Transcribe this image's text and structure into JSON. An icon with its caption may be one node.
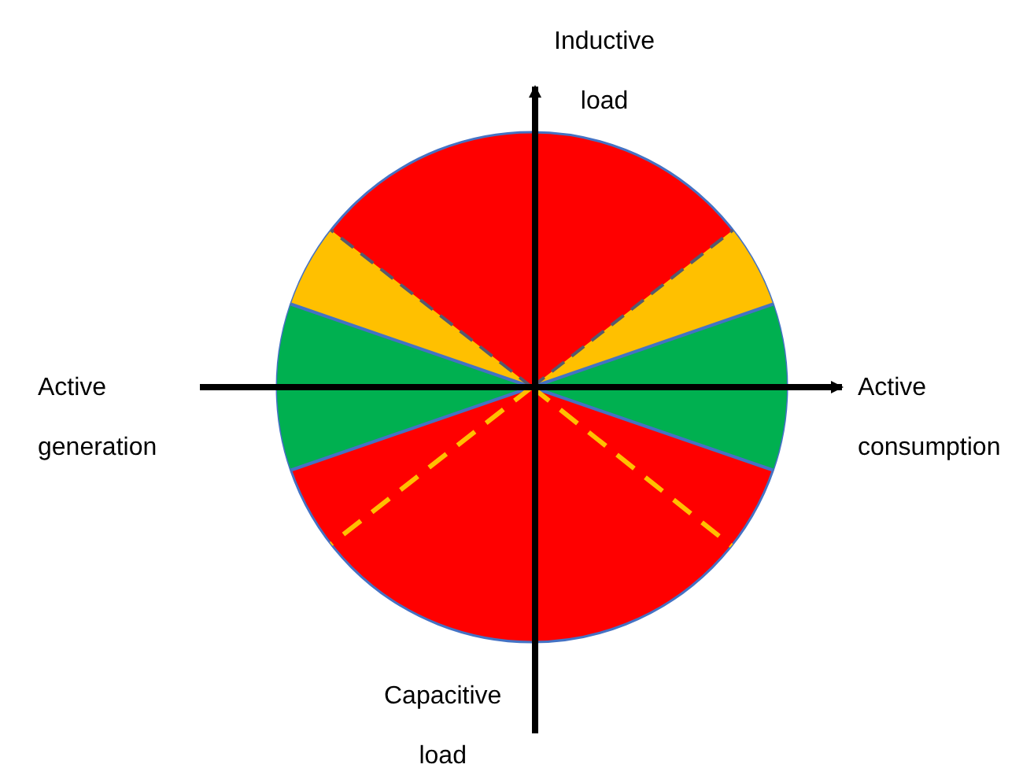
{
  "diagram": {
    "labels": [
      "Inductive load",
      "Active generation",
      "Active consumption",
      "Capacitive load"
    ]
  }
}
